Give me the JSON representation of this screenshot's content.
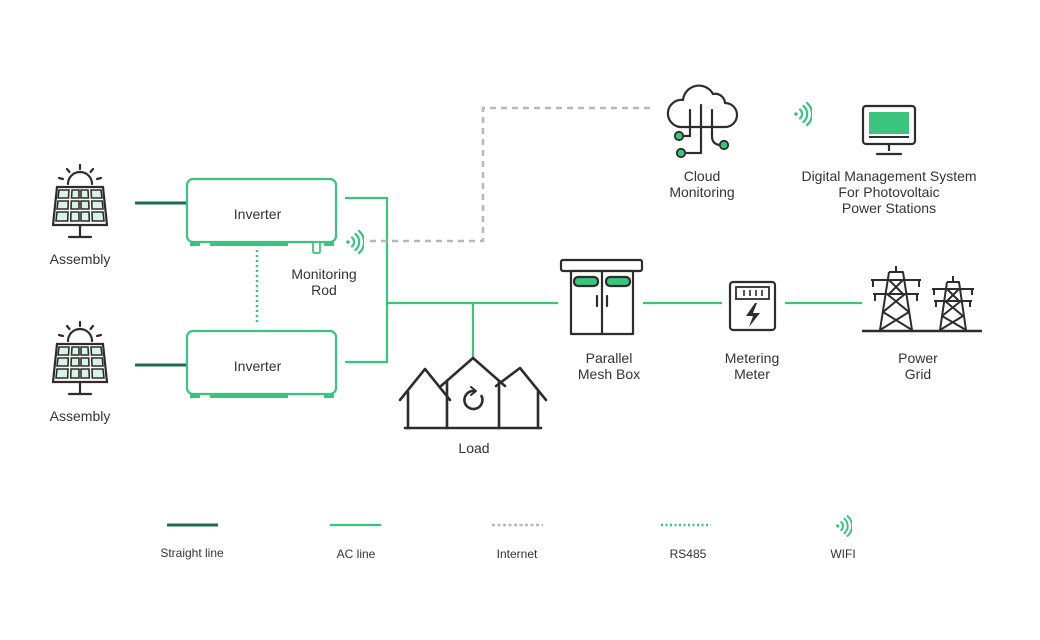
{
  "colors": {
    "straight_line": "#1e6e4e",
    "ac_line": "#3cc47e",
    "internet": "#b8b8b8",
    "rs485": "#3cc47e",
    "wifi": "#3cc47e",
    "icon_stroke": "#2d2d2d",
    "text": "#333333"
  },
  "nodes": {
    "assembly_top": "Assembly",
    "assembly_bottom": "Assembly",
    "inverter_top": "Inverter",
    "inverter_bottom": "Inverter",
    "monitoring_rod": [
      "Monitoring",
      "Rod"
    ],
    "cloud_monitoring": [
      "Cloud",
      "Monitoring"
    ],
    "digital_management": [
      "Digital Management System",
      "For Photovoltaic",
      "Power Stations"
    ],
    "parallel_mesh_box": [
      "Parallel",
      "Mesh Box"
    ],
    "metering_meter": [
      "Metering",
      "Meter"
    ],
    "power_grid": [
      "Power",
      "Grid"
    ],
    "load": "Load"
  },
  "icons": {
    "assembly": "solar-panel-icon",
    "cloud": "cloud-monitoring-icon",
    "monitor": "monitor-icon",
    "mesh_box": "distribution-cabinet-icon",
    "meter": "energy-meter-icon",
    "grid": "power-tower-icon",
    "load": "houses-icon",
    "wifi": "wifi-signal-icon"
  },
  "legend": [
    {
      "label": "Straight line",
      "style": "straight_line"
    },
    {
      "label": "AC line",
      "style": "ac_line"
    },
    {
      "label": "Internet",
      "style": "internet"
    },
    {
      "label": "RS485",
      "style": "rs485"
    },
    {
      "label": "WIFI",
      "style": "wifi"
    }
  ]
}
